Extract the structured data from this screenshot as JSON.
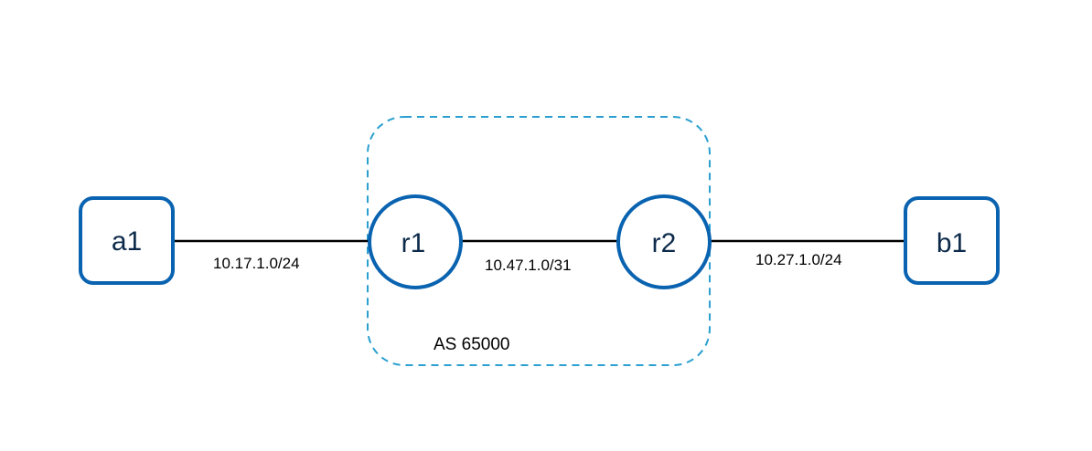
{
  "colors": {
    "node_stroke": "#0a63b0",
    "node_text": "#0d2a4a",
    "link": "#000000",
    "group_border": "#2a9fd0"
  },
  "group": {
    "label": "AS 65000"
  },
  "nodes": {
    "a1": {
      "label": "a1",
      "shape": "rounded-square"
    },
    "r1": {
      "label": "r1",
      "shape": "circle"
    },
    "r2": {
      "label": "r2",
      "shape": "circle"
    },
    "b1": {
      "label": "b1",
      "shape": "rounded-square"
    }
  },
  "links": [
    {
      "from": "a1",
      "to": "r1",
      "label": "10.17.1.0/24"
    },
    {
      "from": "r1",
      "to": "r2",
      "label": "10.47.1.0/31"
    },
    {
      "from": "r2",
      "to": "b1",
      "label": "10.27.1.0/24"
    }
  ]
}
